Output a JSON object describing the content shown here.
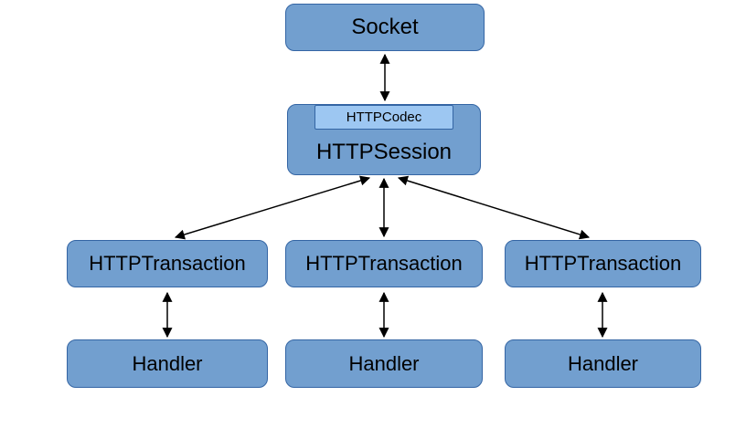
{
  "diagram": {
    "type": "architecture-diagram",
    "background_color": "#ffffff",
    "colors": {
      "node_fill": "#729fcf",
      "node_border": "#3465a4",
      "codec_fill": "#9dc7f2",
      "arrow": "#000000",
      "text": "#000000"
    },
    "nodes": {
      "socket": {
        "label": "Socket"
      },
      "http_session": {
        "label": "HTTPSession"
      },
      "http_codec": {
        "label": "HTTPCodec"
      },
      "transaction_1": {
        "label": "HTTPTransaction"
      },
      "transaction_2": {
        "label": "HTTPTransaction"
      },
      "transaction_3": {
        "label": "HTTPTransaction"
      },
      "handler_1": {
        "label": "Handler"
      },
      "handler_2": {
        "label": "Handler"
      },
      "handler_3": {
        "label": "Handler"
      }
    },
    "edges": [
      {
        "from": "socket",
        "to": "http_session",
        "bidirectional": true
      },
      {
        "from": "http_session",
        "to": "transaction_1",
        "bidirectional": true
      },
      {
        "from": "http_session",
        "to": "transaction_2",
        "bidirectional": true
      },
      {
        "from": "http_session",
        "to": "transaction_3",
        "bidirectional": true
      },
      {
        "from": "transaction_1",
        "to": "handler_1",
        "bidirectional": true
      },
      {
        "from": "transaction_2",
        "to": "handler_2",
        "bidirectional": true
      },
      {
        "from": "transaction_3",
        "to": "handler_3",
        "bidirectional": true
      }
    ]
  }
}
